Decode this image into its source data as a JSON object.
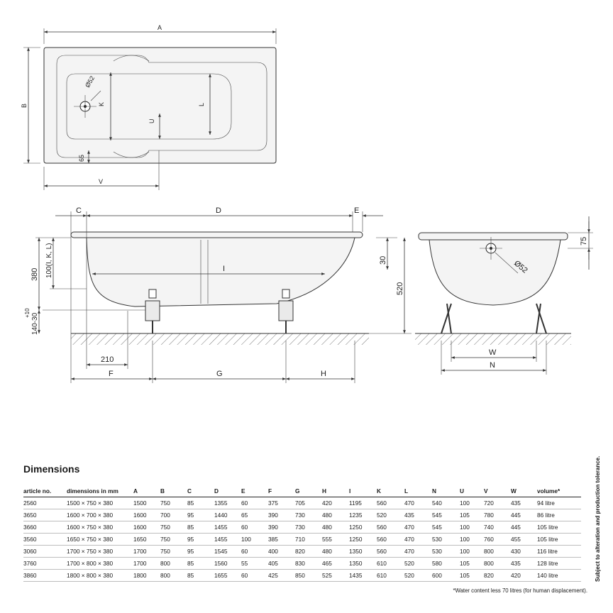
{
  "drawing_labels": {
    "A": "A",
    "B": "B",
    "C": "C",
    "D": "D",
    "E": "E",
    "F": "F",
    "G": "G",
    "H": "H",
    "I": "I",
    "K": "K",
    "L": "L",
    "U": "U",
    "V": "V",
    "W": "W",
    "N": "N",
    "d52_top": "Ø52",
    "d52_end": "Ø52",
    "dim65": "65",
    "dim380": "380",
    "dim100": "100(I, K, L)",
    "dim_plus10": "+10",
    "dim140": "140-30",
    "dim210": "210",
    "dim30": "30",
    "dim520": "520",
    "dim75": "75"
  },
  "section": {
    "title": "Dimensions"
  },
  "table": {
    "headers": [
      "article no.",
      "dimensions in mm",
      "A",
      "B",
      "C",
      "D",
      "E",
      "F",
      "G",
      "H",
      "I",
      "K",
      "L",
      "N",
      "U",
      "V",
      "W",
      "volume*"
    ],
    "rows": [
      [
        "2560",
        "1500 × 750 × 380",
        "1500",
        "750",
        "85",
        "1355",
        "60",
        "375",
        "705",
        "420",
        "1195",
        "560",
        "470",
        "540",
        "100",
        "720",
        "435",
        "94 litre"
      ],
      [
        "3650",
        "1600 × 700 × 380",
        "1600",
        "700",
        "95",
        "1440",
        "65",
        "390",
        "730",
        "480",
        "1235",
        "520",
        "435",
        "545",
        "105",
        "780",
        "445",
        "86 litre"
      ],
      [
        "3660",
        "1600 × 750 × 380",
        "1600",
        "750",
        "85",
        "1455",
        "60",
        "390",
        "730",
        "480",
        "1250",
        "560",
        "470",
        "545",
        "100",
        "740",
        "445",
        "105 litre"
      ],
      [
        "3560",
        "1650 × 750 × 380",
        "1650",
        "750",
        "95",
        "1455",
        "100",
        "385",
        "710",
        "555",
        "1250",
        "560",
        "470",
        "530",
        "100",
        "760",
        "455",
        "105 litre"
      ],
      [
        "3060",
        "1700 × 750 × 380",
        "1700",
        "750",
        "95",
        "1545",
        "60",
        "400",
        "820",
        "480",
        "1350",
        "560",
        "470",
        "530",
        "100",
        "800",
        "430",
        "116 litre"
      ],
      [
        "3760",
        "1700 × 800 × 380",
        "1700",
        "800",
        "85",
        "1560",
        "55",
        "405",
        "830",
        "465",
        "1350",
        "610",
        "520",
        "580",
        "105",
        "800",
        "435",
        "128 litre"
      ],
      [
        "3860",
        "1800 × 800 × 380",
        "1800",
        "800",
        "85",
        "1655",
        "60",
        "425",
        "850",
        "525",
        "1435",
        "610",
        "520",
        "600",
        "105",
        "820",
        "420",
        "140 litre"
      ]
    ]
  },
  "footnote": "*Water content less 70 litres (for human displacement).",
  "side_note": "Subject to alteration and production tolerance."
}
